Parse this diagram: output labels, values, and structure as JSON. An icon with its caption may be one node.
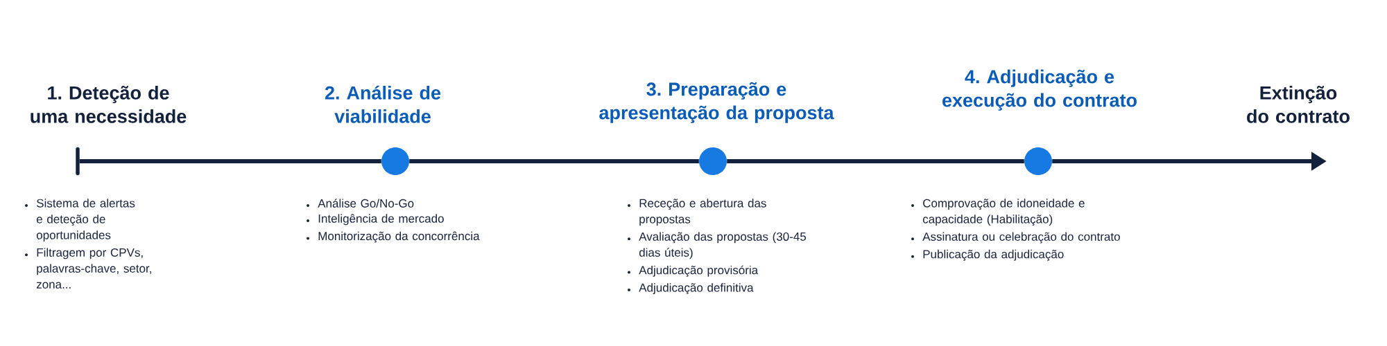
{
  "diagram": {
    "nodes": [
      {
        "text": [],
        "shape": "bar",
        "beside": [
          "1. Deteção de uma necessidade",
          "Sistema de alertas e deteção de oportunidades",
          "Filtragem por CPVs, palavras-chave, setor, zona..."
        ]
      },
      {
        "text": [],
        "shape": "circle",
        "beside": [
          "2. Análise de viabilidade",
          "Análise Go/No-Go",
          "Inteligência de mercado",
          "Monitorização da concorrência"
        ]
      },
      {
        "text": [],
        "shape": "circle",
        "beside": [
          "3. Preparação e apresentação da proposta",
          "Receção e abertura das propostas",
          "Avaliação das propostas (30-45 dias úteis)",
          "Adjudicação provisória",
          "Adjudicação definitiva"
        ]
      },
      {
        "text": [],
        "shape": "circle",
        "beside": [
          "4. Adjudicação e execução do contrato",
          "Comprovação de idoneidade e capacidade (Habilitação)",
          "Assinatura ou celebração do contrato",
          "Publicação da adjudicação"
        ]
      }
    ],
    "edges": [
      {
        "from": 0,
        "to": 1,
        "arrow": "none"
      },
      {
        "from": 1,
        "to": 2,
        "arrow": "none"
      },
      {
        "from": 2,
        "to": 3,
        "arrow": "none"
      },
      {
        "from": 3,
        "to": null,
        "arrow": "to"
      }
    ],
    "labels": [
      "Extinção do contrato"
    ]
  }
}
